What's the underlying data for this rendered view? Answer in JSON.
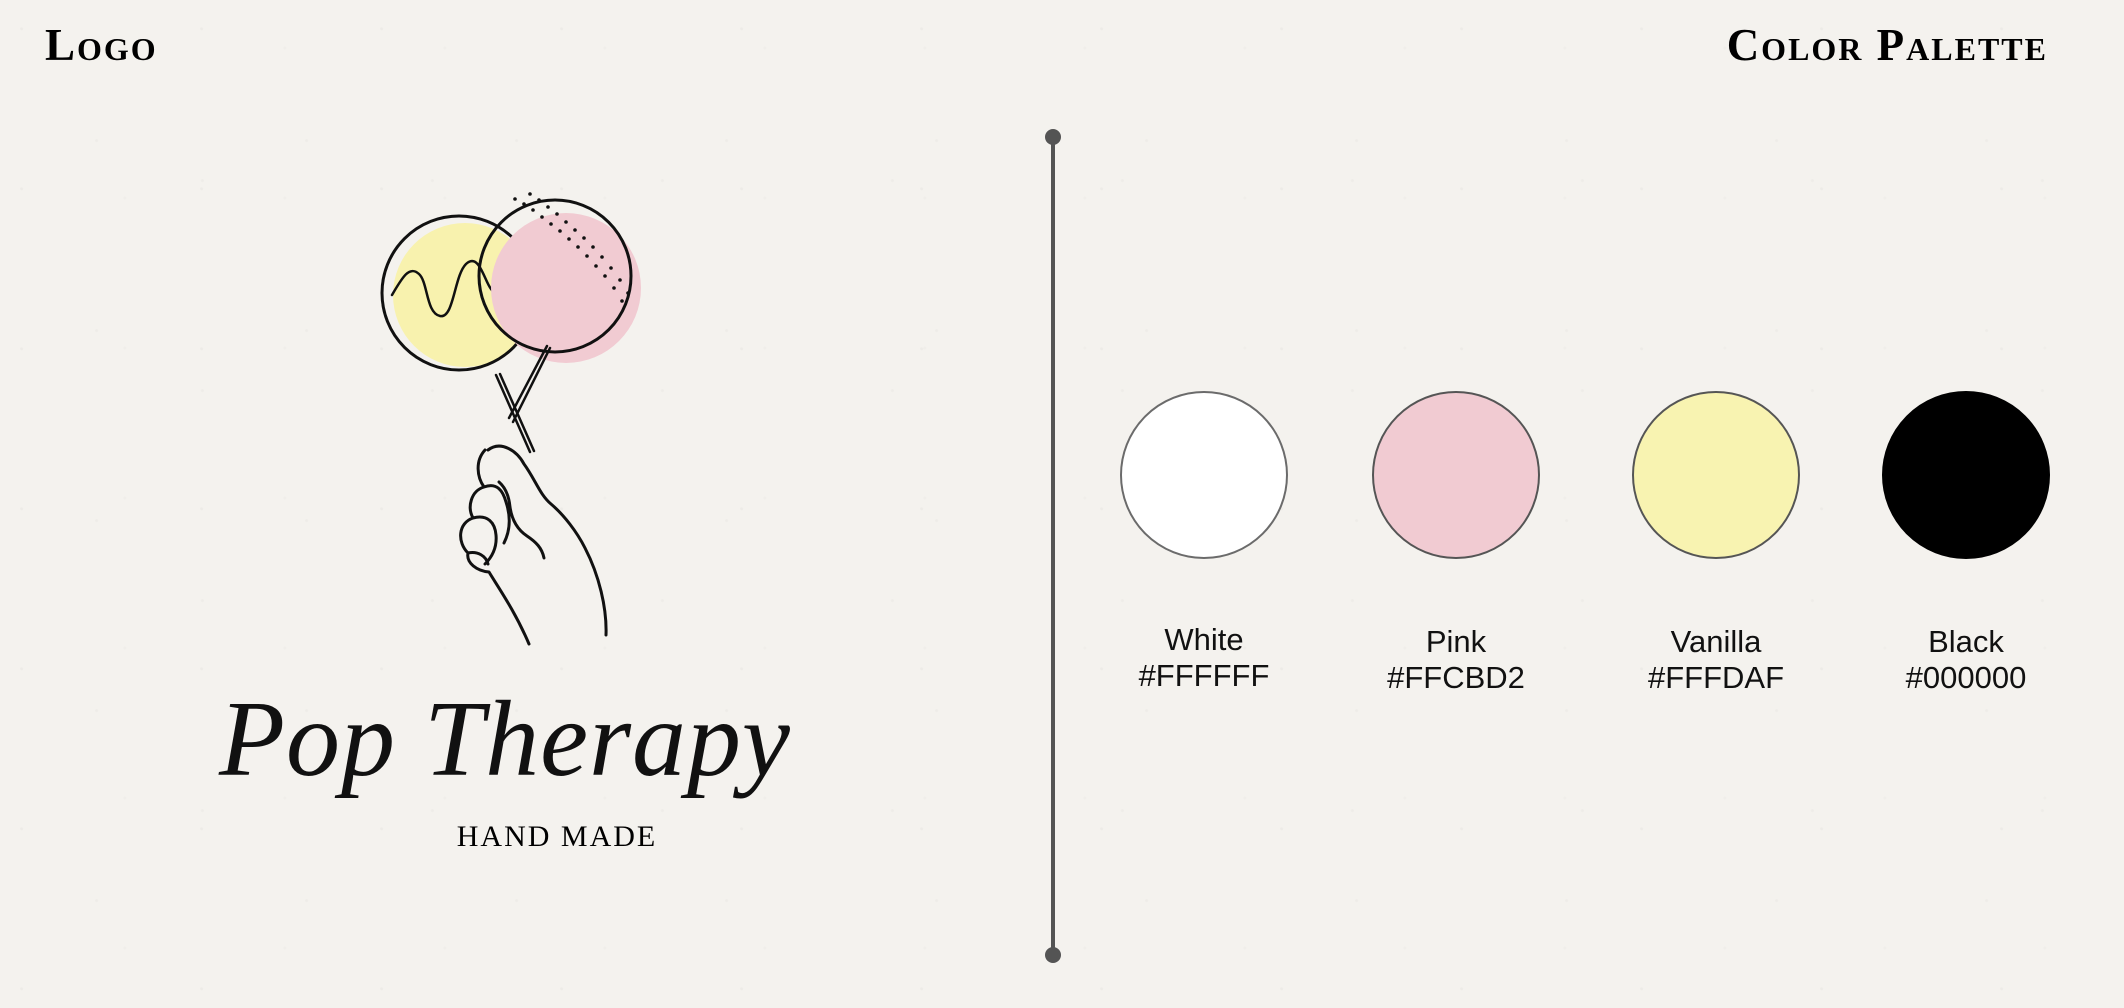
{
  "headers": {
    "logo": "Logo",
    "palette": "Color Palette"
  },
  "brand": {
    "name": "Pop Therapy",
    "tagline": "HAND MADE"
  },
  "palette": [
    {
      "name": "White",
      "hex": "#FFFFFF"
    },
    {
      "name": "Pink",
      "hex": "#FFCBD2"
    },
    {
      "name": "Vanilla",
      "hex": "#FFFDAF"
    },
    {
      "name": "Black",
      "hex": "#000000"
    }
  ]
}
